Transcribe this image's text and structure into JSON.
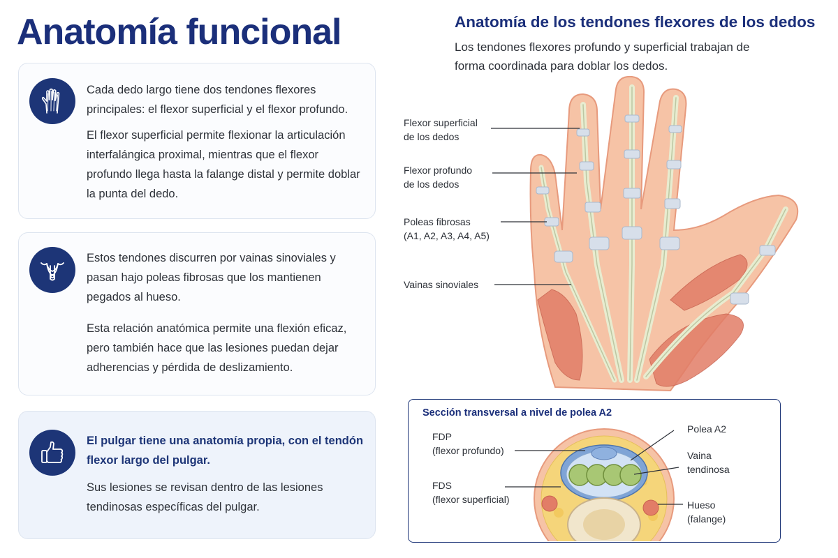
{
  "header": {
    "title": "Anatomía funcional"
  },
  "cards": [
    {
      "icon": "hand-tendons-icon",
      "paragraphs": [
        "Cada dedo largo tiene dos tendones flexores principales: el flexor superficial y el flexor profundo.",
        "El flexor superficial permite flexionar la articulación interfalángica proximal, mientras que el flexor profundo llega hasta la falange distal y permite doblar la punta del dedo."
      ]
    },
    {
      "icon": "tendon-sheath-icon",
      "paragraphs": [
        "Estos tendones discurren por vainas sinoviales y pasan hajo poleas fibrosas que los mantienen pegados al hueso.",
        "Esta relación anatómica permite una flexión eficaz, pero también hace que las lesiones puedan dejar adherencias y pérdida de deslizamiento."
      ]
    },
    {
      "icon": "thumbs-up-icon",
      "paragraphs": [
        "El pulgar tiene una anatomía propia, con el tendón flexor largo del pulgar.",
        "Sus lesiones se revisan dentro de las lesiones tendinosas específicas del pulgar."
      ]
    }
  ],
  "anatomy": {
    "title": "Anatomía de los tendones flexores de los dedos",
    "subtitle": "Los tendones flexores profundo y superficial trabajan de forma coordinada para doblar los dedos.",
    "labels": [
      {
        "lines": [
          "Flexor superficial",
          "de los dedos"
        ]
      },
      {
        "lines": [
          "Flexor profundo",
          "de los dedos"
        ]
      },
      {
        "lines": [
          "Poleas fibrosas",
          "(A1, A2, A3, A4, A5)"
        ]
      },
      {
        "lines": [
          "Vainas sinoviales"
        ]
      }
    ]
  },
  "cross_section": {
    "title": "Sección transversal a nivel de polea A2",
    "labels": {
      "fdp": [
        "FDP",
        "(flexor profundo)"
      ],
      "fds": [
        "FDS",
        "(flexor superficial)"
      ],
      "pulley": [
        "Polea A2"
      ],
      "sheath": [
        "Vaina",
        "tendinosa"
      ],
      "bone": [
        "Hueso",
        "(falange)"
      ]
    }
  },
  "colors": {
    "brand": "#1b2f7a",
    "icon_bg": "#1d3577",
    "skin": "#f6c3a6",
    "muscle": "#e27d67",
    "tendon": "#e8ecd0",
    "sheath": "#c9d7ea",
    "fdp_tendon": "#a8c774",
    "fat": "#f5d57a"
  }
}
